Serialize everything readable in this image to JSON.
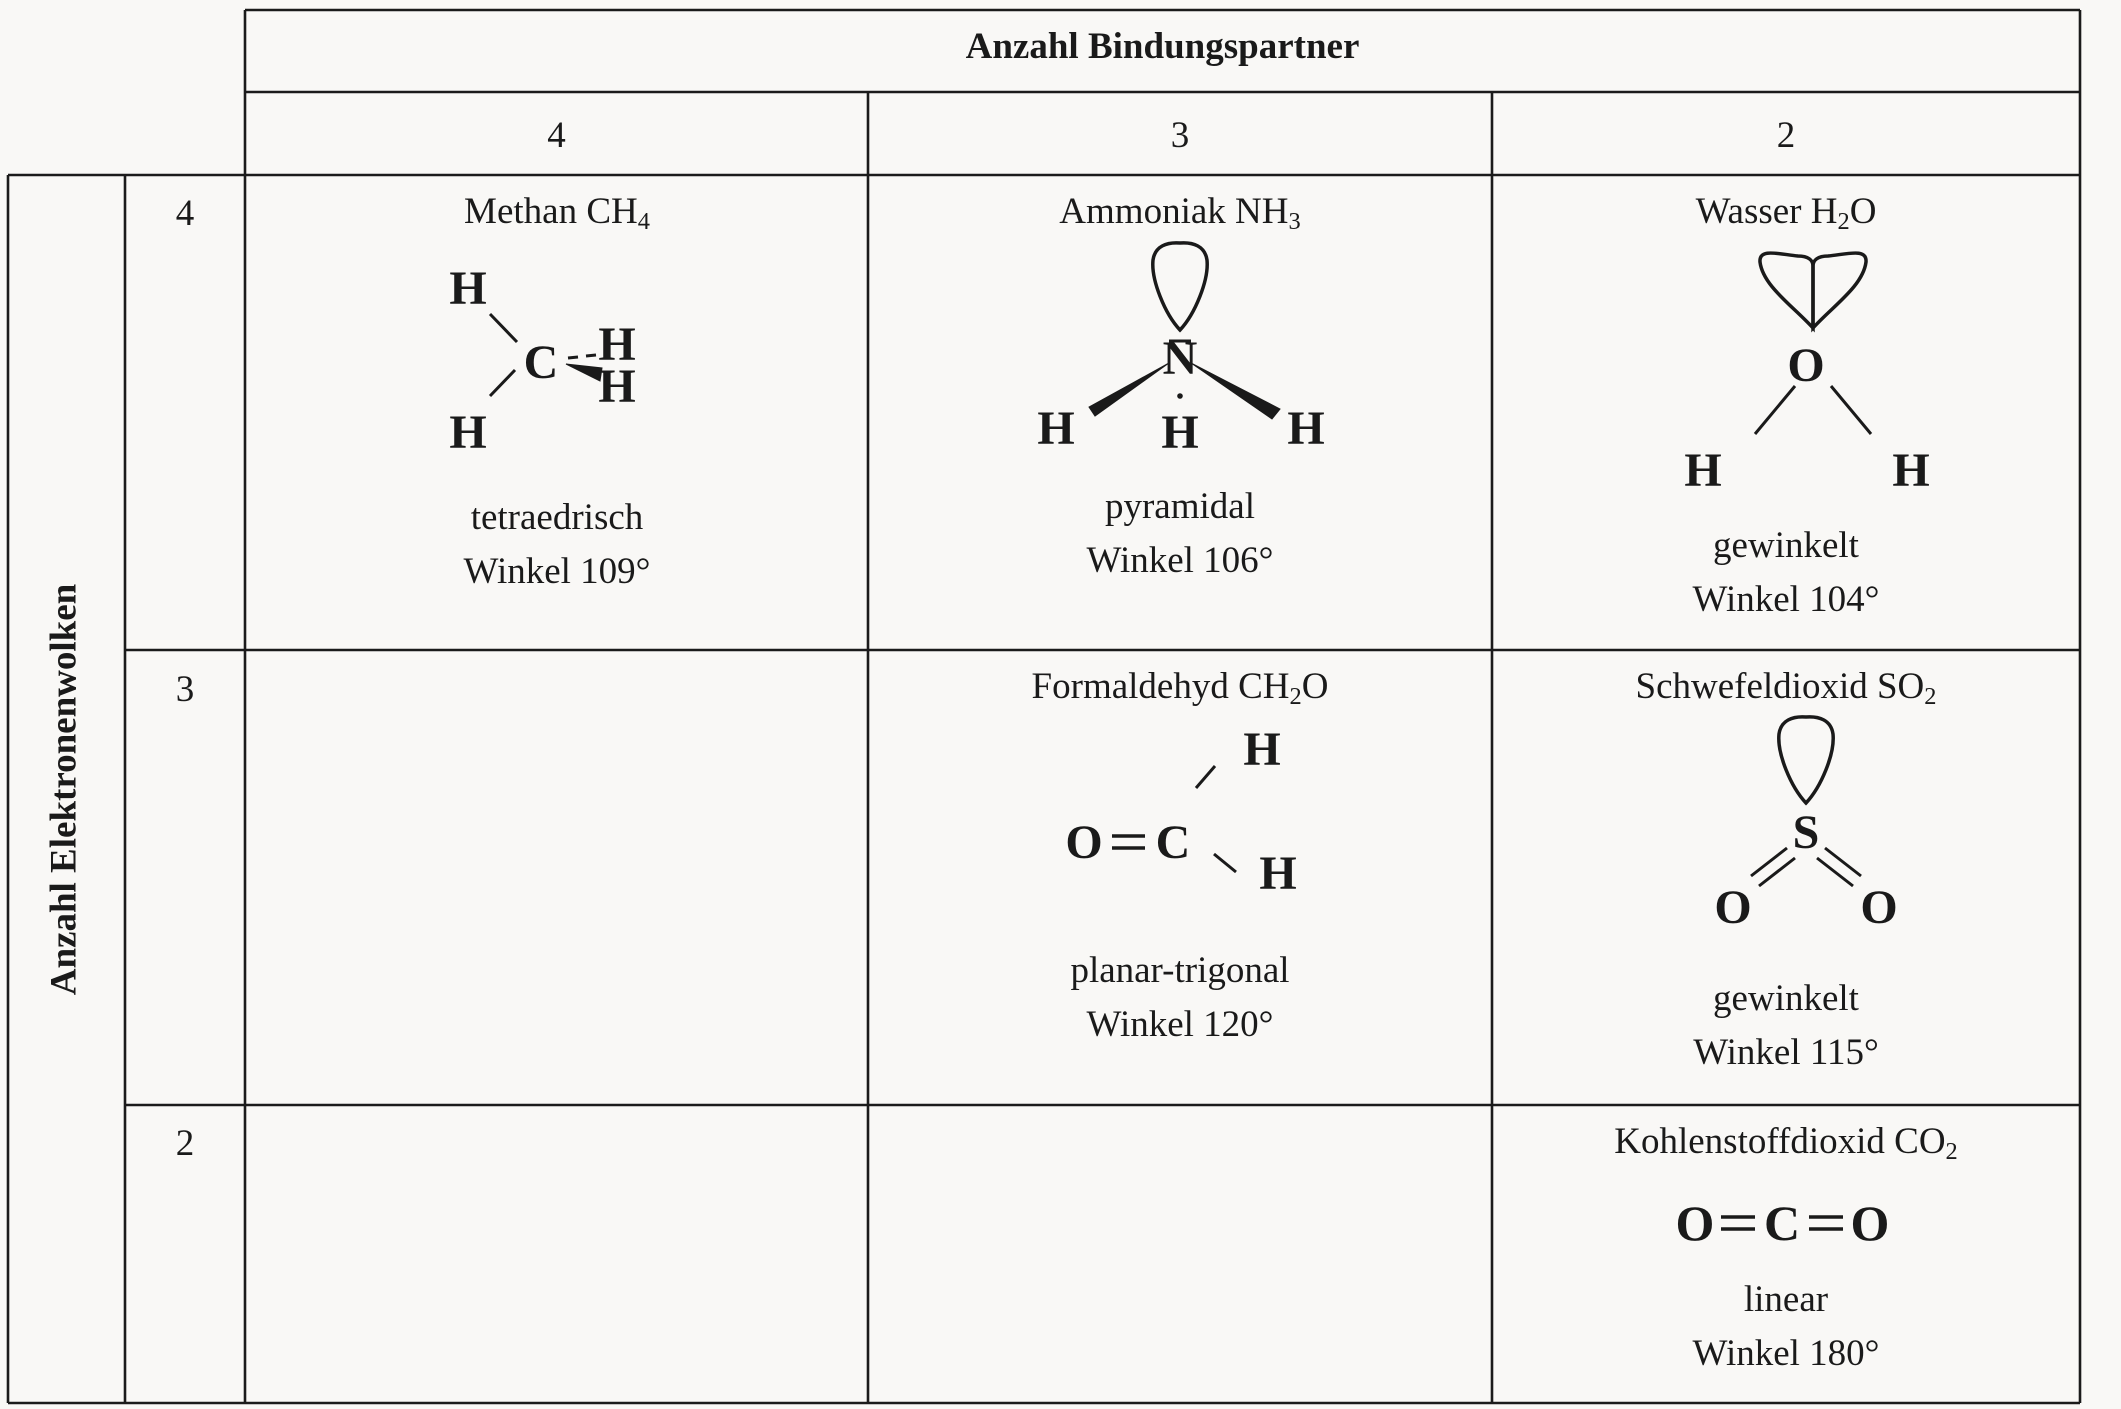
{
  "header": {
    "column_title": "Anzahl Bindungspartner",
    "row_title": "Anzahl Elektronenwolken",
    "columns": [
      "4",
      "3",
      "2"
    ],
    "rows": [
      "4",
      "3",
      "2"
    ]
  },
  "cells": {
    "methan": {
      "name": "Methan CH",
      "sub": "4",
      "shape": "tetraedrisch",
      "angle": "Winkel 109°",
      "atoms": {
        "center": "C",
        "h1": "H",
        "h2": "H",
        "h3": "H",
        "h4": "H"
      }
    },
    "ammoniak": {
      "name": "Ammoniak NH",
      "sub": "3",
      "shape": "pyramidal",
      "angle": "Winkel 106°",
      "atoms": {
        "center": "N",
        "h1": "H",
        "h2": "H",
        "h3": "H"
      }
    },
    "wasser": {
      "name": "Wasser H",
      "sub": "2",
      "name_tail": "O",
      "shape": "gewinkelt",
      "angle": "Winkel 104°",
      "atoms": {
        "center": "O",
        "h1": "H",
        "h2": "H"
      }
    },
    "formaldehyd": {
      "name": "Formaldehyd CH",
      "sub": "2",
      "name_tail": "O",
      "shape": "planar-trigonal",
      "angle": "Winkel 120°",
      "atoms": {
        "o": "O",
        "center": "C",
        "h1": "H",
        "h2": "H"
      }
    },
    "schwefeldioxid": {
      "name": "Schwefeldioxid SO",
      "sub": "2",
      "shape": "gewinkelt",
      "angle": "Winkel 115°",
      "atoms": {
        "center": "S",
        "o1": "O",
        "o2": "O"
      }
    },
    "kohlenstoffdioxid": {
      "name": "Kohlenstoffdioxid CO",
      "sub": "2",
      "shape": "linear",
      "angle": "Winkel 180°",
      "atoms": {
        "o1": "O",
        "center": "C",
        "o2": "O"
      }
    }
  }
}
